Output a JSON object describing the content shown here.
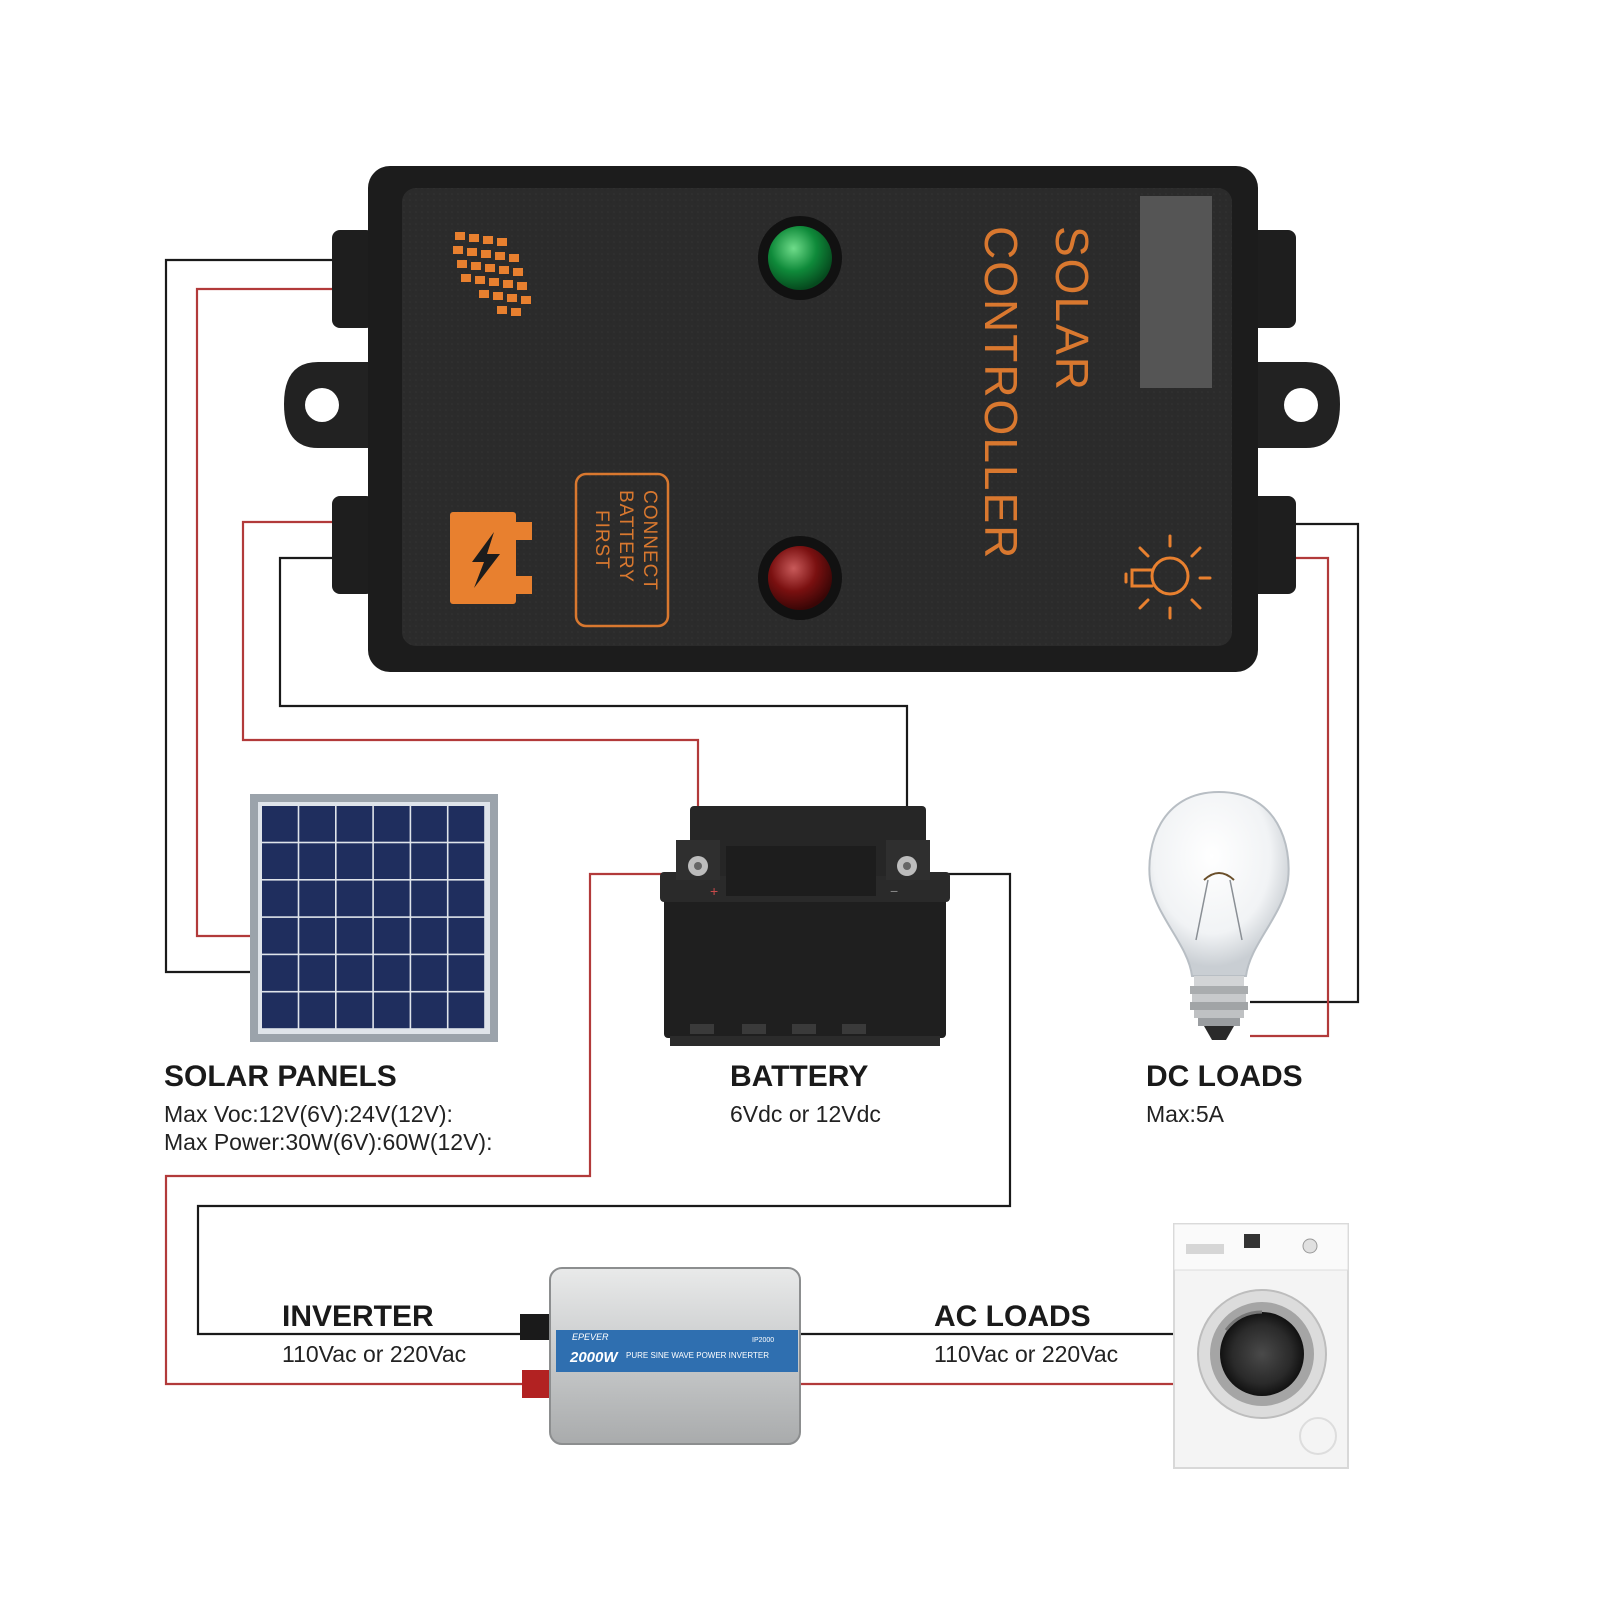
{
  "controller": {
    "title_line1": "SOLAR",
    "title_line2": "CONTROLLER",
    "connect_line1": "CONNECT",
    "connect_line2": "BATTERY",
    "connect_line3": "FIRST"
  },
  "solar_panels": {
    "title": "SOLAR PANELS",
    "line1": "Max Voc:12V(6V):24V(12V):",
    "line2": "Max Power:30W(6V):60W(12V):"
  },
  "battery": {
    "title": "BATTERY",
    "line1": "6Vdc or 12Vdc",
    "plus_mark": "+",
    "minus_mark": "−"
  },
  "dc_loads": {
    "title": "DC LOADS",
    "line1": "Max:5A"
  },
  "inverter": {
    "title": "INVERTER",
    "line1": "110Vac or 220Vac",
    "brand": "EPEVER",
    "power": "2000W",
    "description": "PURE SINE WAVE POWER INVERTER",
    "model": "IP2000"
  },
  "ac_loads": {
    "title": "AC LOADS",
    "line1": "110Vac or 220Vac"
  },
  "colors": {
    "positive_wire": "#b23a3a",
    "negative_wire": "#1a1a1a",
    "controller_body": "#2a2a2a",
    "accent_orange": "#e8802f",
    "panel_cell": "#1f2e5e"
  },
  "icons": [
    "solar-panel-icon",
    "battery-icon",
    "light-bulb-icon"
  ]
}
